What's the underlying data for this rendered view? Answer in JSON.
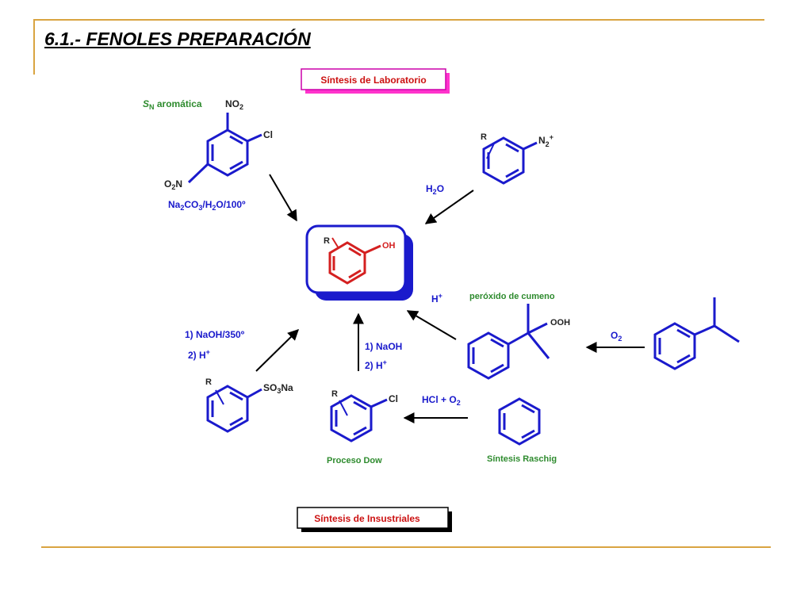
{
  "title": "6.1.- FENOLES PREPARACIÓN",
  "colors": {
    "frame_line": "#d9a441",
    "structure_blue": "#1a1acc",
    "phenol_red": "#d42020",
    "label_green": "#2e8b2e",
    "label_red": "#cc1111",
    "lab_box_shadow": "#ff33cc",
    "ind_box_shadow": "#000000"
  },
  "boxes": {
    "lab": "Síntesis de Laboratorio",
    "industrial": "Síntesis de Insustriales"
  },
  "product": {
    "r_label": "R",
    "oh_label": "OH"
  },
  "routes": {
    "sn_ar": {
      "title_s": "S",
      "title_sub": "N",
      "title_rest": " aromática",
      "no2_top": "NO",
      "no2_top_sub": "2",
      "cl": "Cl",
      "o2n": "O",
      "o2n_sub": "2",
      "o2n_rest": "N",
      "cond_p1": "Na",
      "cond_s1": "2",
      "cond_p2": "CO",
      "cond_s2": "3",
      "cond_p3": "/H",
      "cond_s3": "2",
      "cond_p4": "O/100º"
    },
    "diazonium": {
      "r_label": "R",
      "n2": "N",
      "n2_sub": "2",
      "n2_sup": "+",
      "reagent": "H",
      "reagent_sub": "2",
      "reagent_rest": "O"
    },
    "cumene": {
      "h_plus": "H",
      "h_plus_sup": "+",
      "peroxide_label": "peróxido de cumeno",
      "ooh": "OOH",
      "o2": "O",
      "o2_sub": "2"
    },
    "sulfonate": {
      "step1": "1) NaOH/350º",
      "step2": "2) H",
      "step2_sup": "+",
      "r_label": "R",
      "so3na": "SO",
      "so3na_sub": "3",
      "so3na_rest": "Na"
    },
    "dow": {
      "step1": "1) NaOH",
      "step2": "2) H",
      "step2_sup": "+",
      "r_label": "R",
      "cl": "Cl",
      "name": "Proceso Dow",
      "reagent": "HCl + O",
      "reagent_sub": "2"
    },
    "raschig": {
      "name": "Síntesis Raschig"
    }
  }
}
